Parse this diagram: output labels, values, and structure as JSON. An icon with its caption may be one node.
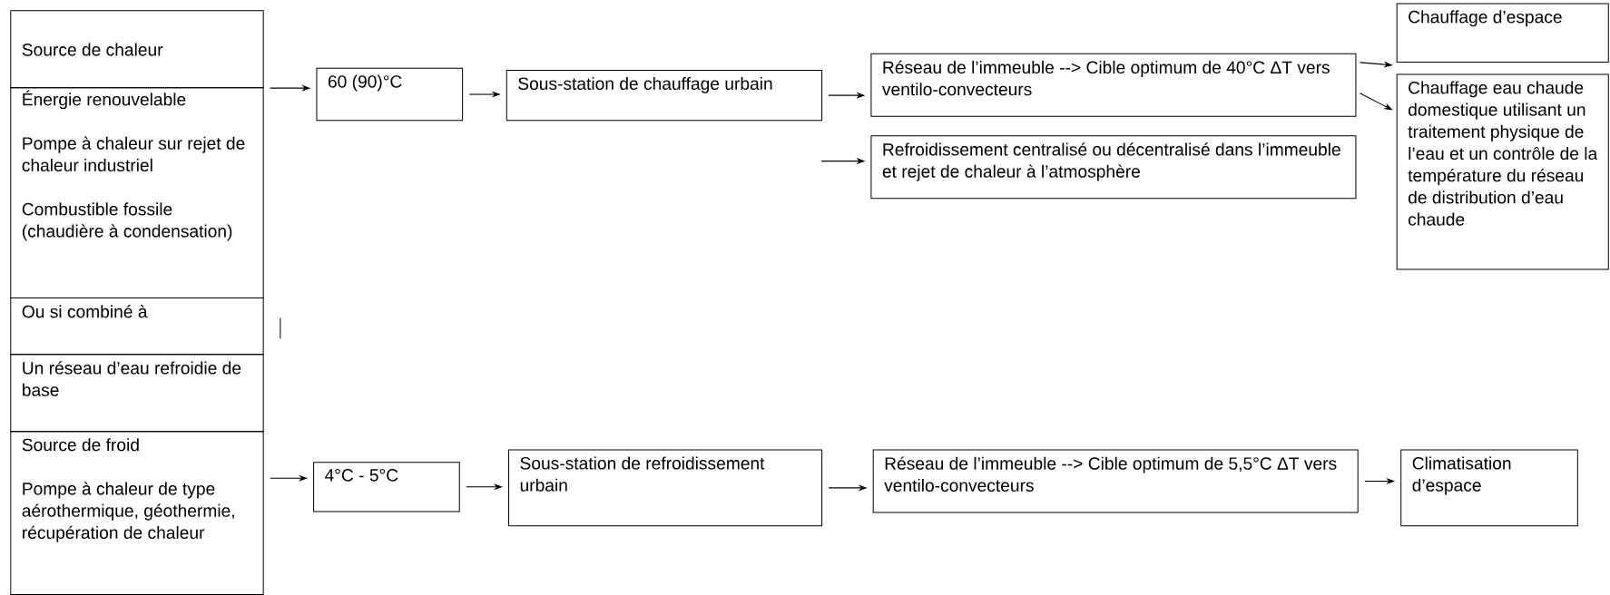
{
  "diagram": {
    "nodes": [
      {
        "text": [
          "Source de chaleur"
        ]
      },
      {
        "text": [
          "Énergie renouvelable",
          "Pompe à chaleur sur rejet de chaleur industriel",
          "Combustible fossile (chaudière à condensation)"
        ]
      },
      {
        "text": [
          "Ou si combiné à"
        ]
      },
      {
        "text": [
          "Un réseau d’eau refroidie de base"
        ]
      },
      {
        "text": [
          "Source de froid",
          "Pompe à chaleur de type aérothermique, géothermie, récupération de chaleur"
        ]
      },
      {
        "text": [
          "60 (90)°C"
        ]
      },
      {
        "text": [
          "Sous-station de chauffage urbain"
        ]
      },
      {
        "text": [
          "Réseau de l’immeuble --> Cible optimum de 40°C ΔT vers ventilo-convecteurs"
        ]
      },
      {
        "text": [
          "Chauffage d’espace"
        ]
      },
      {
        "text": [
          "Chauffage eau chaude domestique utilisant un traitement physique de l’eau et un contrôle de la température du réseau de distribution d’eau chaude"
        ]
      },
      {
        "text": [
          "Refroidissement centralisé ou décentralisé dans l’immeuble et rejet de chaleur à l’atmosphère"
        ]
      },
      {
        "text": [
          "4°C - 5°C"
        ]
      },
      {
        "text": [
          "Sous-station de refroidissement urbain"
        ]
      },
      {
        "text": [
          "Réseau de l’immeuble --> Cible optimum de 5,5°C ΔT vers ventilo-convecteurs"
        ]
      },
      {
        "text": [
          "Climatisation d’espace"
        ]
      }
    ],
    "edges": [
      {
        "from": 0,
        "to": 5,
        "arrow": "to"
      },
      {
        "from": 5,
        "to": 6,
        "arrow": "to"
      },
      {
        "from": 6,
        "to": 7,
        "arrow": "to"
      },
      {
        "from": 7,
        "to": 8,
        "arrow": "to"
      },
      {
        "from": 7,
        "to": 9,
        "arrow": "to"
      },
      {
        "from": null,
        "to": 10,
        "arrow": "to"
      },
      {
        "from": 4,
        "to": 11,
        "arrow": "to"
      },
      {
        "from": 11,
        "to": 12,
        "arrow": "to"
      },
      {
        "from": 12,
        "to": 13,
        "arrow": "to"
      },
      {
        "from": 13,
        "to": 14,
        "arrow": "to"
      }
    ]
  }
}
